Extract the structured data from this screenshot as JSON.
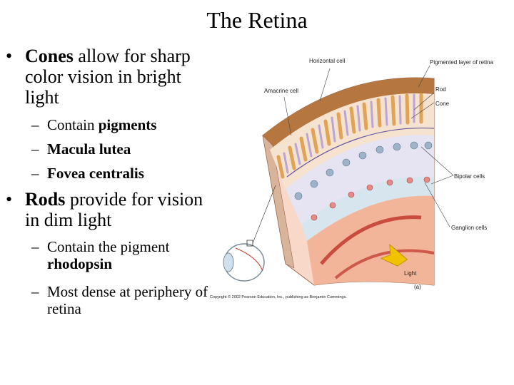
{
  "title": "The Retina",
  "bullets": {
    "cones": {
      "bold": "Cones",
      "rest": " allow for sharp color vision in bright light"
    },
    "cones_sub": [
      {
        "pre": "Contain ",
        "bold": "pigments"
      },
      {
        "pre": "",
        "bold": "Macula lutea"
      },
      {
        "pre": "",
        "bold": "Fovea centralis"
      }
    ],
    "rods": {
      "bold": "Rods",
      "rest": " provide for vision in dim light"
    },
    "rods_sub": [
      {
        "pre": "Contain the pigment ",
        "bold": "rhodopsin"
      },
      {
        "pre": "Most dense at periphery of retina",
        "bold": ""
      }
    ],
    "bullet_glyph": "•",
    "dash_glyph": "–"
  },
  "figure": {
    "labels": {
      "horizontal_cell": "Horizontal cell",
      "amacrine_cell": "Amacrine cell",
      "pigmented_layer": "Pigmented layer of retina",
      "rod": "Rod",
      "cone": "Cone",
      "bipolar_cells": "Bipolar cells",
      "ganglion_cells": "Ganglion cells",
      "light": "Light",
      "panel": "(a)",
      "copyright": "Copyright © 2002 Pearson Education, Inc., publishing as Benjamin Cummings."
    },
    "colors": {
      "pigment": "#b5773f",
      "cone_cell": "#e0a35a",
      "rod_cell": "#b9a6d6",
      "bipolar": "#9fb3c8",
      "ganglion": "#e58a84",
      "tissue": "#f2b59a",
      "vessel": "#c23a2e",
      "arrow": "#f2c200"
    }
  }
}
